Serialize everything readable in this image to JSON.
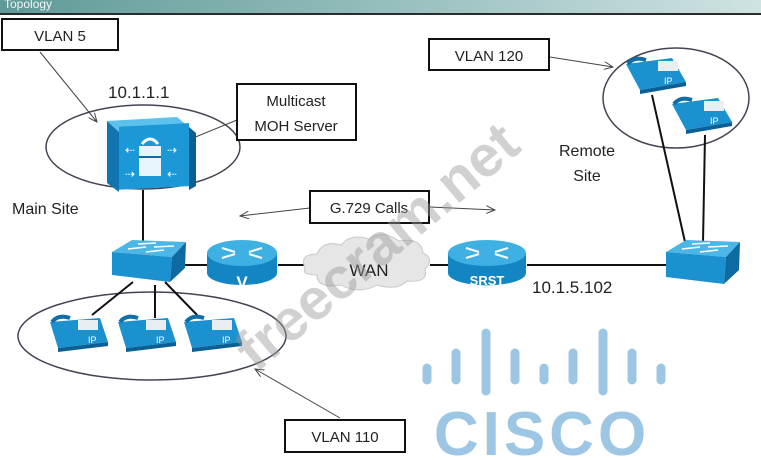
{
  "window": {
    "title": "Topology"
  },
  "labels": {
    "vlan5": "VLAN 5",
    "vlan120": "VLAN 120",
    "vlan110": "VLAN 110",
    "moh_line1": "Multicast",
    "moh_line2": "MOH Server",
    "g729": "G.729 Calls",
    "main_site": "Main Site",
    "remote_line1": "Remote",
    "remote_line2": "Site",
    "ip_main": "10.1.1.1",
    "ip_remote": "10.1.5.102",
    "wan": "WAN",
    "router_main": "V",
    "router_remote": "SRST",
    "phone_tag": "IP"
  },
  "watermark": "freecram.net",
  "logo": {
    "text": "CISCO",
    "color": "#9cc6e4"
  },
  "colors": {
    "device": "#1e9ad6",
    "device_dark": "#0e6fa8",
    "device_top": "#52bbe8"
  }
}
